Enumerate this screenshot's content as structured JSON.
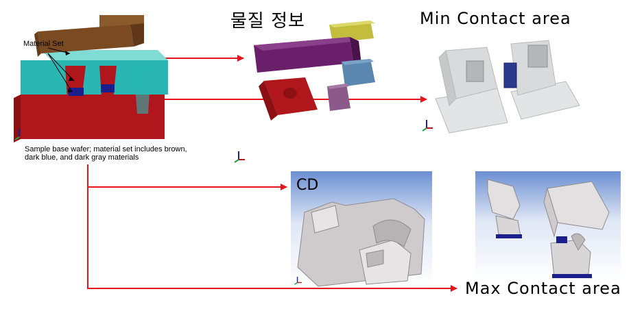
{
  "titles": {
    "material_info": "물질 정보",
    "min_contact": "Min Contact area",
    "max_contact": "Max Contact area",
    "cd": "CD"
  },
  "wafer": {
    "material_label": "Material Set",
    "caption": "Sample base wafer; material set includes brown, dark blue, and dark gray materials"
  },
  "colors": {
    "arrow": "#e8141b",
    "brown": "#7a4a22",
    "cyan": "#2ab7b3",
    "darkred": "#b0171c",
    "darkblue": "#1a1f8c",
    "purple": "#6a1f6a",
    "yellow": "#c2bd3c",
    "steel_blue": "#5a86b0",
    "mauve": "#8b5a8a",
    "light_gray": "#d9dadb",
    "sky_top": "#6b8fd2"
  },
  "icons": [
    "axis-triad-icon"
  ]
}
